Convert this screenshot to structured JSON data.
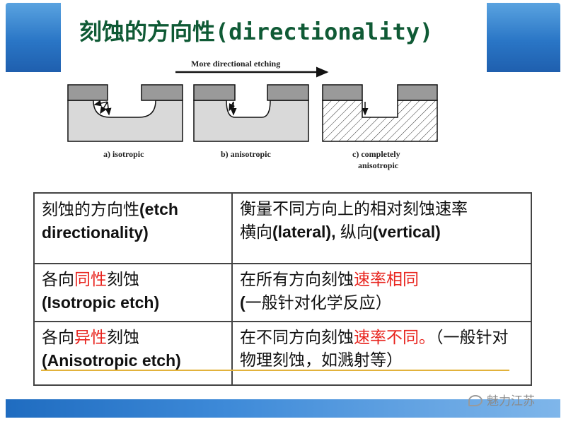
{
  "title": "刻蚀的方向性(directionality)",
  "diagram": {
    "arrow_label": "More directional etching",
    "labels": [
      "a) isotropic",
      "b) anisotropic",
      "c) completely",
      "anisotropic"
    ]
  },
  "table": {
    "rows": [
      {
        "c1": [
          "刻蚀的方向性",
          "(etch",
          "directionality)"
        ],
        "c2": [
          "衡量不同方向上的相对刻蚀速率",
          "横向",
          "(lateral), ",
          "纵向",
          "(vertical)"
        ]
      },
      {
        "c1": [
          "各向",
          "同性",
          "刻蚀",
          "(Isotropic etch)"
        ],
        "c2": [
          "在所有方向刻蚀",
          "速率相同",
          "(",
          "一般针对化学反应）"
        ]
      },
      {
        "c1": [
          "各向",
          "异性",
          "刻蚀",
          "(Anisotropic etch)"
        ],
        "c2": [
          "在不同方向刻蚀",
          "速率不同。",
          "（一般针对物理刻蚀，如溅射等）"
        ]
      }
    ]
  },
  "watermark": "魅力江苏",
  "colors": {
    "title": "#0f5a35",
    "highlight": "#e8251f",
    "banner": "#2a76c6"
  }
}
